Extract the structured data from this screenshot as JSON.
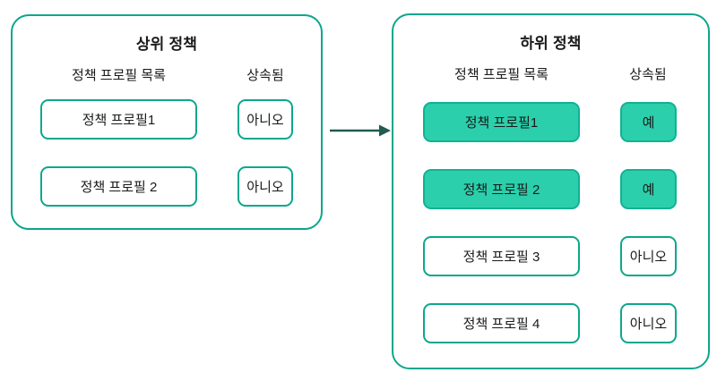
{
  "diagram": {
    "accent_border_color": "#0ca78c",
    "highlight_fill_color": "#2bcfab",
    "arrow_color": "#215b51",
    "parent": {
      "title": "상위 정책",
      "col_profiles": "정책 프로필 목록",
      "col_inherited": "상속됨",
      "rows": [
        {
          "profile": "정책 프로필1",
          "inherited": "아니오",
          "highlighted": false
        },
        {
          "profile": "정책 프로필 2",
          "inherited": "아니오",
          "highlighted": false
        }
      ]
    },
    "child": {
      "title": "하위 정책",
      "col_profiles": "정책 프로필 목록",
      "col_inherited": "상속됨",
      "rows": [
        {
          "profile": "정책 프로필1",
          "inherited": "예",
          "highlighted": true
        },
        {
          "profile": "정책 프로필 2",
          "inherited": "예",
          "highlighted": true
        },
        {
          "profile": "정책 프로필 3",
          "inherited": "아니오",
          "highlighted": false
        },
        {
          "profile": "정책 프로필 4",
          "inherited": "아니오",
          "highlighted": false
        }
      ]
    }
  }
}
